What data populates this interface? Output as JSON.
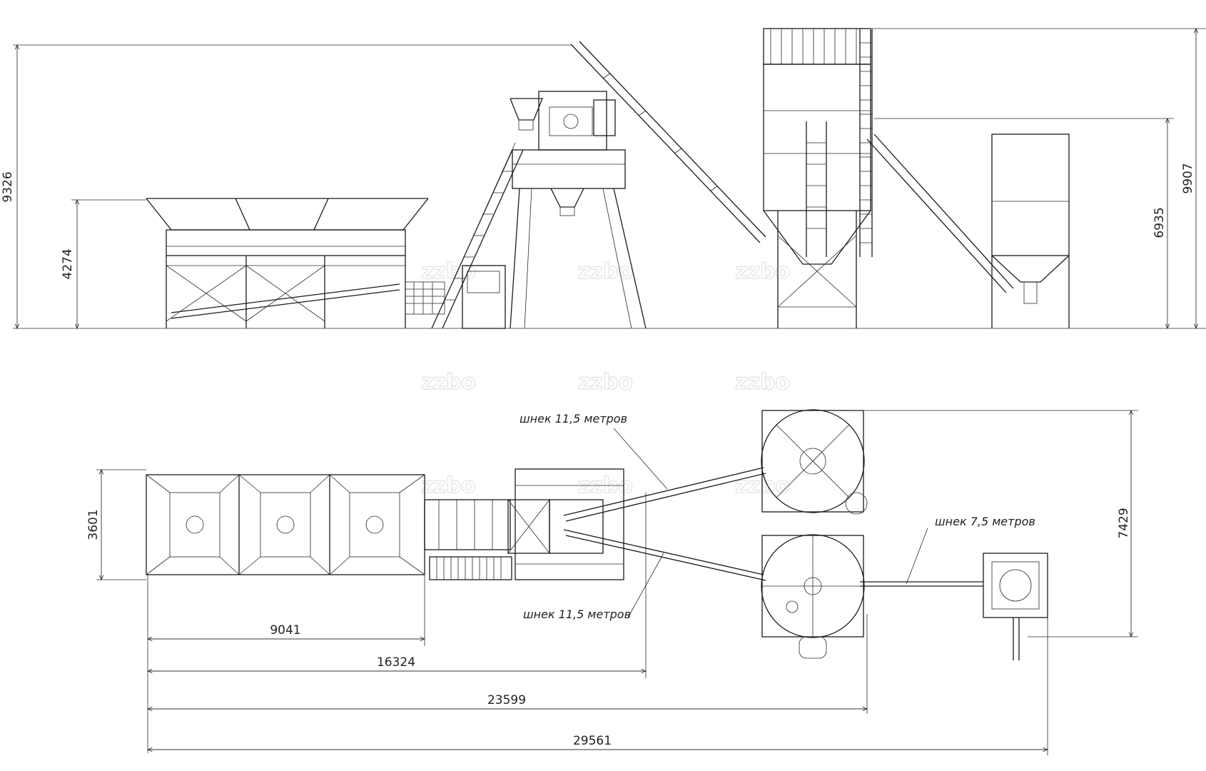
{
  "dimensions": {
    "total_height": "9326",
    "hopper_height": "4274",
    "silo_height_right": "9907",
    "silo_support_height": "6935",
    "plan_width": "3601",
    "plan_depth": "7429",
    "len_9041": "9041",
    "len_16324": "16324",
    "len_23599": "23599",
    "len_29561": "29561"
  },
  "notes": {
    "screw_top": "шнек 11,5 метров",
    "screw_bottom": "шнек 11,5 метров",
    "screw_small": "шнек 7,5 метров"
  },
  "watermark": "zzbo"
}
